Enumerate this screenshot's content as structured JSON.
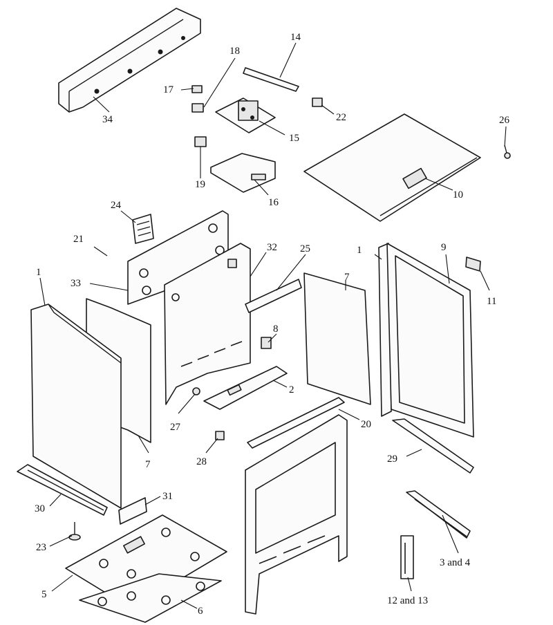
{
  "diagram": {
    "callouts": [
      "34",
      "18",
      "17",
      "14",
      "15",
      "22",
      "26",
      "19",
      "16",
      "10",
      "24",
      "21",
      "32",
      "25",
      "1",
      "9",
      "11",
      "33",
      "7",
      "8",
      "2",
      "27",
      "20",
      "28",
      "29",
      "31",
      "30",
      "23",
      "3 and 4",
      "5",
      "6",
      "12 and 13"
    ]
  }
}
